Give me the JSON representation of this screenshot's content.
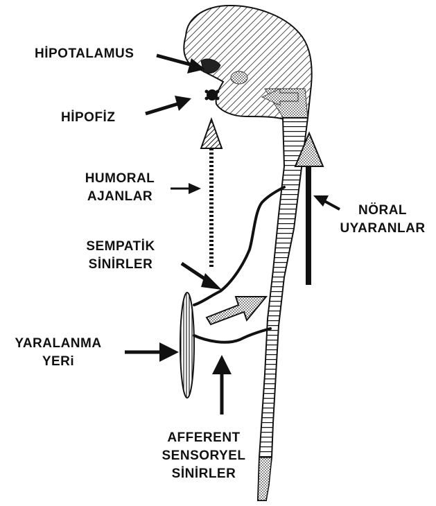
{
  "labels": {
    "hypothalamus": "HİPOTALAMUS",
    "pituitary": "HİPOFİZ",
    "humoral_1": "HUMORAL",
    "humoral_2": "AJANLAR",
    "sympathetic_1": "SEMPATİK",
    "sympathetic_2": "SİNİRLER",
    "injury_1": "YARALANMA",
    "injury_2": "YERi",
    "neural_1": "NÖRAL",
    "neural_2": "UYARANLAR",
    "afferent_1": "AFFERENT",
    "afferent_2": "SENSORYEL",
    "afferent_3": "SİNİRLER"
  }
}
